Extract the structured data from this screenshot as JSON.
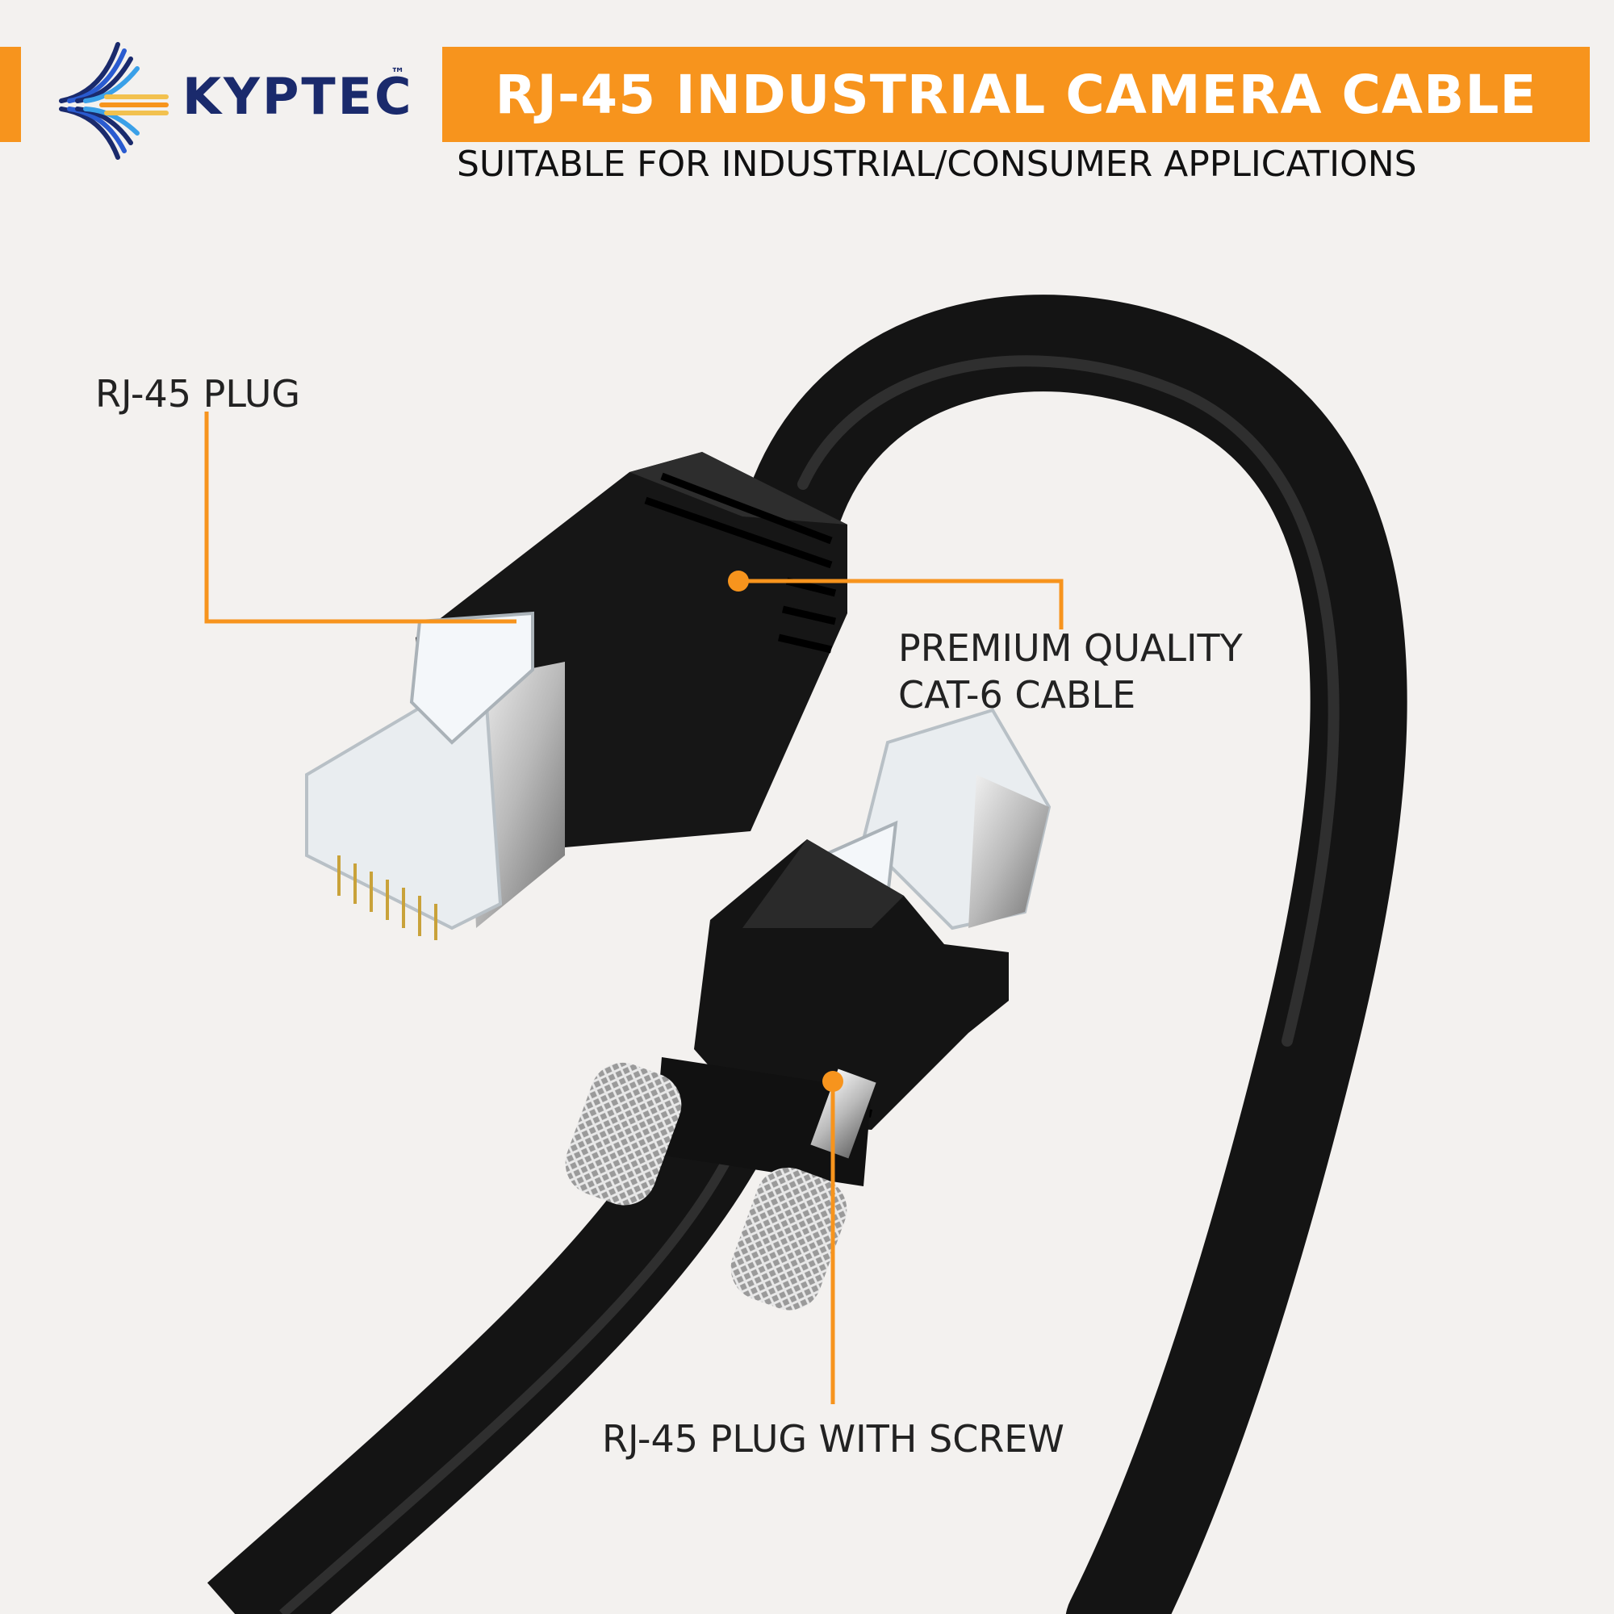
{
  "brand": {
    "name": "KYPTEC",
    "trademark": "™"
  },
  "header": {
    "title": "RJ-45 INDUSTRIAL CAMERA CABLE",
    "subtitle": "SUITABLE FOR INDUSTRIAL/CONSUMER APPLICATIONS"
  },
  "callouts": {
    "plug": "RJ-45 PLUG",
    "cable_line1": "PREMIUM QUALITY",
    "cable_line2": "CAT-6 CABLE",
    "screw_plug": "RJ-45 PLUG WITH SCREW"
  },
  "colors": {
    "accent": "#f7941d",
    "background": "#f3f1ef",
    "brand_blue": "#1a2a6c",
    "cable": "#141414"
  }
}
